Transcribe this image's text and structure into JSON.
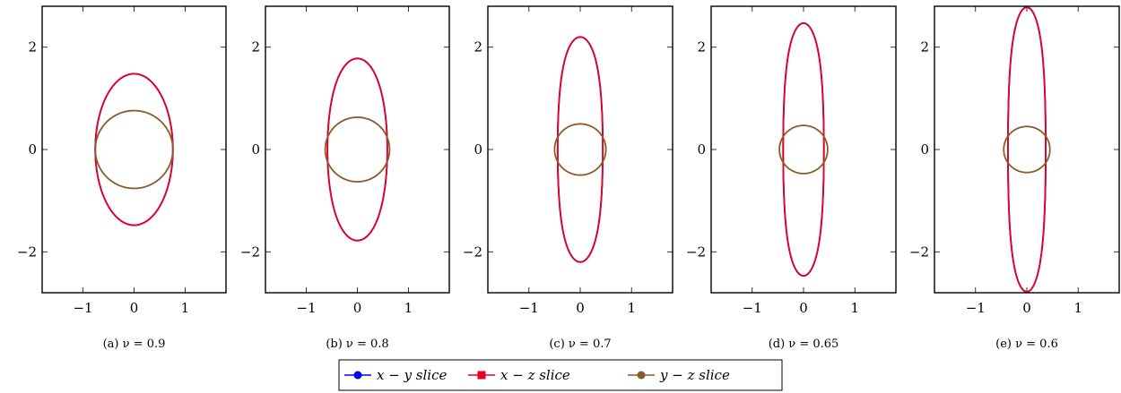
{
  "chart_data": [
    {
      "type": "line",
      "caption": "(a) ν = 0.9",
      "xlim": [
        -1.8,
        1.8
      ],
      "ylim": [
        -2.8,
        2.8
      ],
      "xticks": [
        -1,
        0,
        1
      ],
      "yticks": [
        -2,
        0,
        2
      ],
      "series": [
        {
          "name": "x − y slice",
          "color": "#0000ff",
          "shape": "peanut",
          "a": 0.76,
          "b": 1.48,
          "d": 0.0
        },
        {
          "name": "x − z slice",
          "color": "#e8001c",
          "shape": "peanut",
          "a": 0.76,
          "b": 1.48,
          "d": 0.0
        },
        {
          "name": "y − z slice",
          "color": "#8b5a2b",
          "shape": "circle",
          "r": 0.76
        }
      ]
    },
    {
      "type": "line",
      "caption": "(b) ν = 0.8",
      "xlim": [
        -1.8,
        1.8
      ],
      "ylim": [
        -2.8,
        2.8
      ],
      "xticks": [
        -1,
        0,
        1
      ],
      "yticks": [
        -2,
        0,
        2
      ],
      "series": [
        {
          "name": "x − y slice",
          "color": "#0000ff",
          "shape": "peanut",
          "a": 0.63,
          "b": 1.78,
          "d": 0.07
        },
        {
          "name": "x − z slice",
          "color": "#e8001c",
          "shape": "peanut",
          "a": 0.63,
          "b": 1.78,
          "d": 0.07
        },
        {
          "name": "y − z slice",
          "color": "#8b5a2b",
          "shape": "circle",
          "r": 0.63
        }
      ]
    },
    {
      "type": "line",
      "caption": "(c) ν = 0.7",
      "xlim": [
        -1.8,
        1.8
      ],
      "ylim": [
        -2.8,
        2.8
      ],
      "xticks": [
        -1,
        0,
        1
      ],
      "yticks": [
        -2,
        0,
        2
      ],
      "series": [
        {
          "name": "x − y slice",
          "color": "#0000ff",
          "shape": "peanut",
          "a": 0.53,
          "b": 2.2,
          "d": 0.17
        },
        {
          "name": "x − z slice",
          "color": "#e8001c",
          "shape": "peanut",
          "a": 0.53,
          "b": 2.2,
          "d": 0.17
        },
        {
          "name": "y − z slice",
          "color": "#8b5a2b",
          "shape": "circle",
          "r": 0.5
        }
      ]
    },
    {
      "type": "line",
      "caption": "(d) ν = 0.65",
      "xlim": [
        -1.8,
        1.8
      ],
      "ylim": [
        -2.8,
        2.8
      ],
      "xticks": [
        -1,
        0,
        1
      ],
      "yticks": [
        -2,
        0,
        2
      ],
      "series": [
        {
          "name": "x − y slice",
          "color": "#0000ff",
          "shape": "peanut",
          "a": 0.49,
          "b": 2.47,
          "d": 0.19
        },
        {
          "name": "x − z slice",
          "color": "#e8001c",
          "shape": "peanut",
          "a": 0.49,
          "b": 2.47,
          "d": 0.19
        },
        {
          "name": "y − z slice",
          "color": "#8b5a2b",
          "shape": "circle",
          "r": 0.47
        }
      ]
    },
    {
      "type": "line",
      "caption": "(e) ν = 0.6",
      "xlim": [
        -1.8,
        1.8
      ],
      "ylim": [
        -2.8,
        2.8
      ],
      "xticks": [
        -1,
        0,
        1
      ],
      "yticks": [
        -2,
        0,
        2
      ],
      "series": [
        {
          "name": "x − y slice",
          "color": "#0000ff",
          "shape": "peanut",
          "a": 0.46,
          "b": 2.78,
          "d": 0.2
        },
        {
          "name": "x − z slice",
          "color": "#e8001c",
          "shape": "peanut",
          "a": 0.46,
          "b": 2.78,
          "d": 0.2
        },
        {
          "name": "y − z slice",
          "color": "#8b5a2b",
          "shape": "circle",
          "r": 0.45
        }
      ]
    }
  ],
  "legend": {
    "placement": "bottom-center",
    "entries": [
      {
        "label": "x − y slice",
        "color": "#0000ff",
        "marker": "circle"
      },
      {
        "label": "x − z slice",
        "color": "#e8001c",
        "marker": "square"
      },
      {
        "label": "y − z slice",
        "color": "#8b5a2b",
        "marker": "circle"
      }
    ]
  }
}
